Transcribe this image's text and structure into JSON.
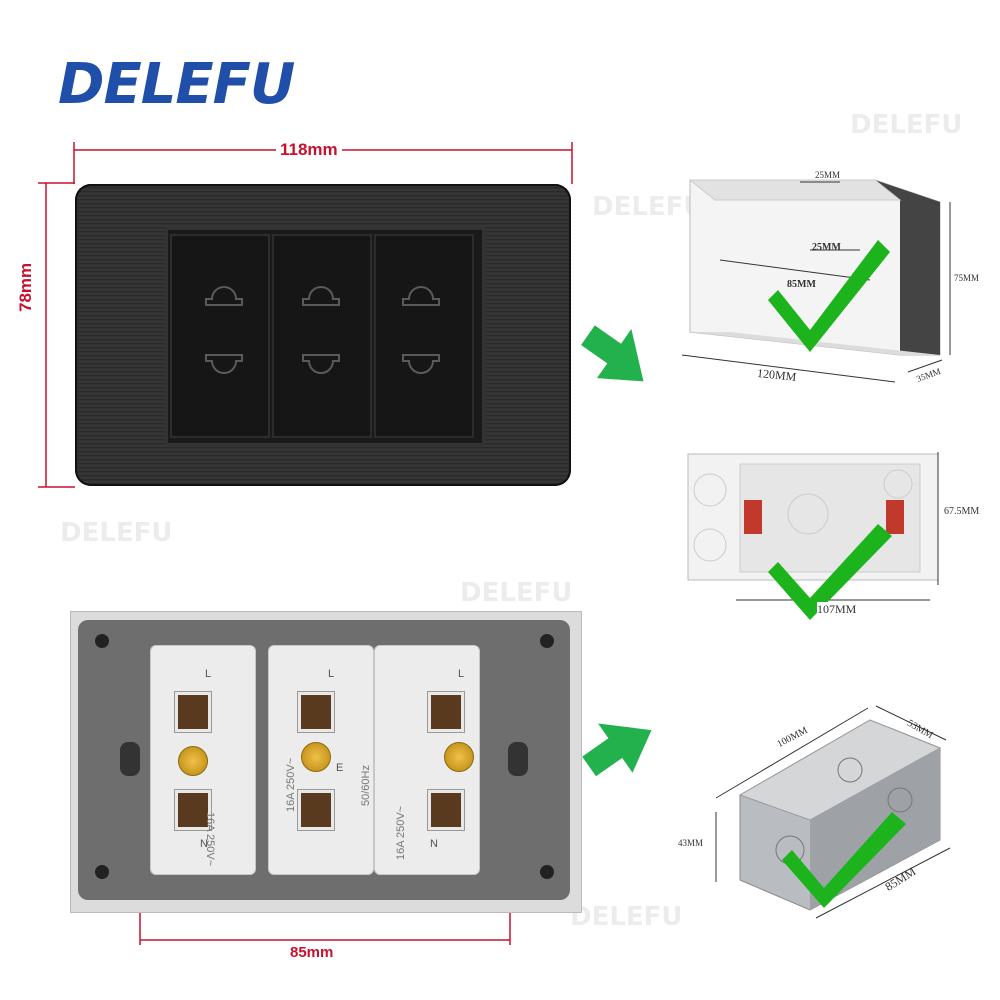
{
  "brand": "DELEFU",
  "watermark": "DELEFU",
  "front_panel": {
    "width_label": "118mm",
    "height_label": "78mm",
    "outlet_count": 3
  },
  "back_panel": {
    "spacing_label": "85mm",
    "outlet_count": 3,
    "terminal_letters": [
      "L",
      "N",
      "E"
    ],
    "rating_texts": [
      "16A 250V~",
      "16A 250V~",
      "16A 250V~"
    ],
    "frequency_text": "50/60Hz"
  },
  "box_plastic_1": {
    "labels": [
      "25MM",
      "25MM",
      "85MM",
      "75MM",
      "120MM",
      "35MM"
    ]
  },
  "box_plastic_2": {
    "labels": [
      "67.5MM",
      "107MM"
    ]
  },
  "box_metal": {
    "labels": [
      "100MM",
      "53MM",
      "43MM",
      "85MM"
    ]
  },
  "colors": {
    "brand": "#1f4fa8",
    "dimension_red": "#c8102e",
    "arrow_green": "#22b14c",
    "check_green": "#1db31d"
  }
}
